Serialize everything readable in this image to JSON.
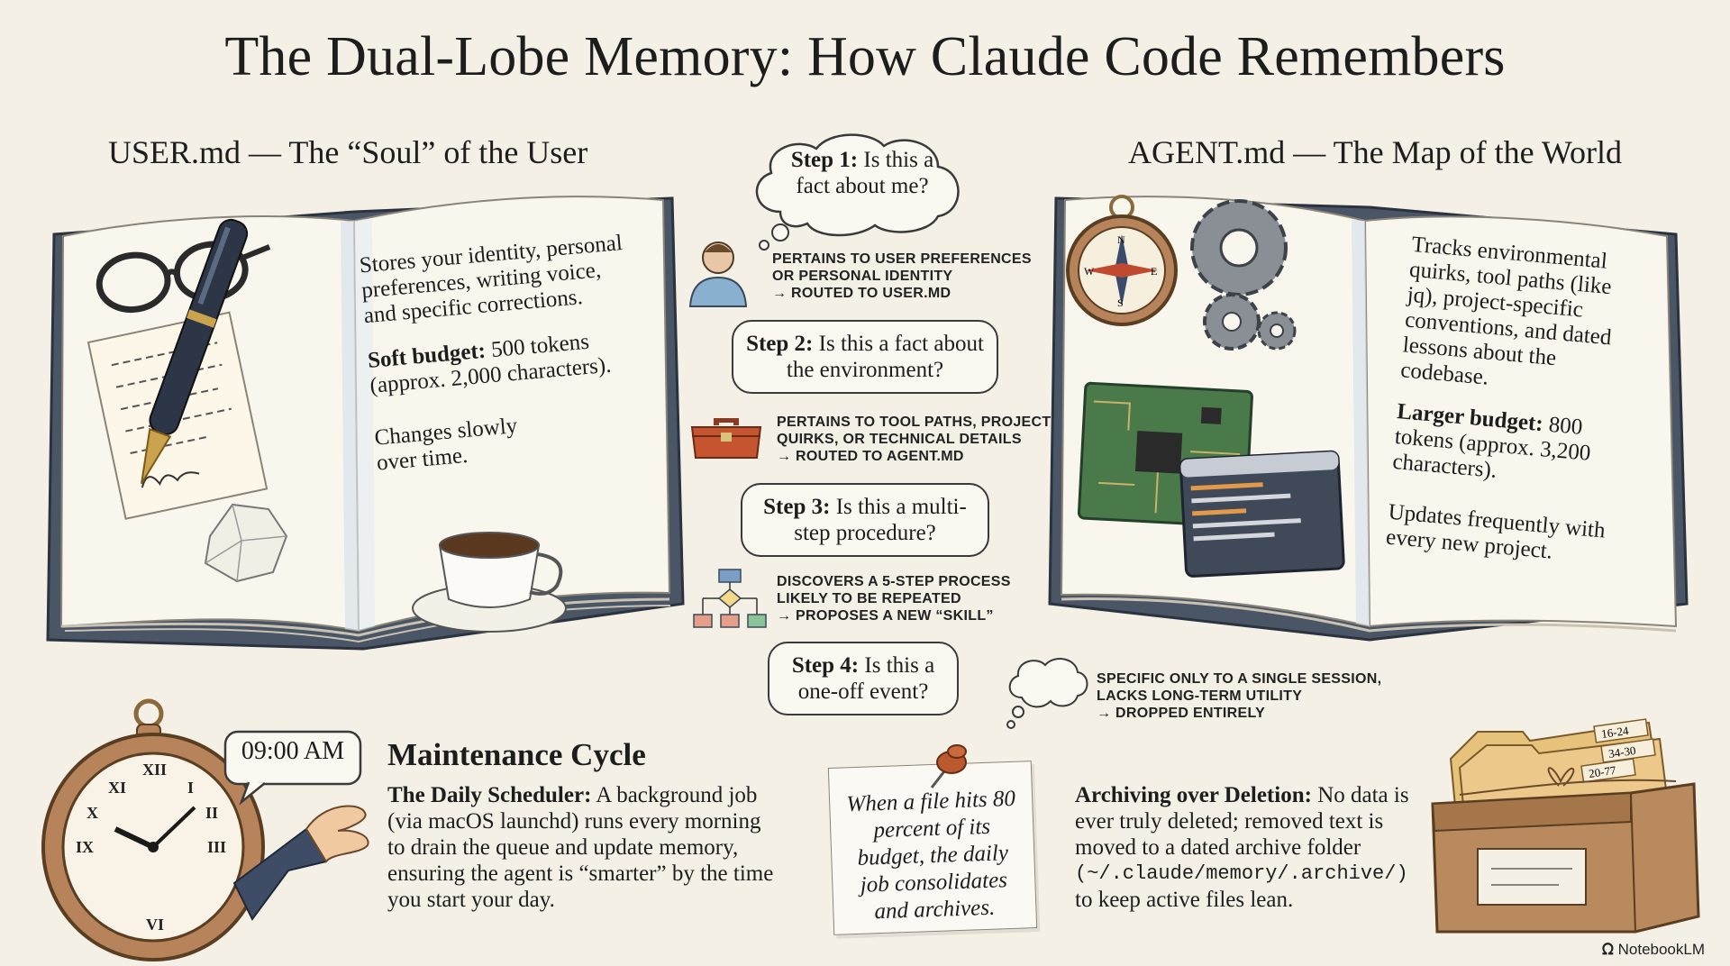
{
  "title": "The Dual-Lobe Memory: How Claude Code Remembers",
  "user_md": {
    "heading": "USER.md — The “Soul” of the User",
    "desc": "Stores your identity, personal preferences, writing voice, and specific corrections.",
    "budget_label": "Soft budget:",
    "budget_value": " 500 tokens (approx. 2,000 characters).",
    "change": "Changes slowly over time."
  },
  "agent_md": {
    "heading": "AGENT.md — The Map of the World",
    "desc": "Tracks environmental quirks, tool paths (like jq), project-specific conventions, and dated lessons about the codebase.",
    "budget_label": "Larger budget:",
    "budget_value": " 800 tokens (approx. 3,200 characters).",
    "change": "Updates frequently with every new project."
  },
  "steps": [
    {
      "label": "Step 1:",
      "question": " Is this a fact about me?",
      "outcome": [
        "Pertains to user preferences",
        "or personal identity",
        "→ Routed to USER.md"
      ]
    },
    {
      "label": "Step 2:",
      "question": " Is this a fact about the environment?",
      "outcome": [
        "Pertains to tool paths, project",
        "quirks, or technical details",
        "→ Routed to AGENT.md"
      ]
    },
    {
      "label": "Step 3:",
      "question": " Is this a multi-step procedure?",
      "outcome": [
        "Discovers a 5-step process",
        "likely to be repeated",
        "→ Proposes a new “Skill”"
      ]
    },
    {
      "label": "Step 4:",
      "question": " Is this a one-off event?",
      "outcome": [
        "Specific only to a single session,",
        "lacks long-term utility",
        "→ Dropped entirely"
      ]
    }
  ],
  "maintenance": {
    "time": "09:00 AM",
    "heading": "Maintenance Cycle",
    "scheduler_label": "The Daily Scheduler:",
    "scheduler_text": " A background job (via macOS launchd) runs every morning to drain the queue and update memory, ensuring the agent is “smarter” by the time you start your day.",
    "note": "When a file hits 80 percent of its budget, the daily job consolidates and archives.",
    "archive_label": "Archiving over Deletion:",
    "archive_text_1": " No data is ever truly deleted; removed text is moved to a dated archive folder",
    "archive_path": "(~/.claude/memory/.archive/)",
    "archive_text_2": " to keep active files lean.",
    "folder_tabs": [
      "16-24",
      "34-30",
      "20-77"
    ]
  },
  "watermark": "NotebookLM",
  "colors": {
    "background": "#f4f0e6",
    "book_cover": "#4a5566",
    "page": "#f9f6ee",
    "wood": "#b7835a"
  }
}
